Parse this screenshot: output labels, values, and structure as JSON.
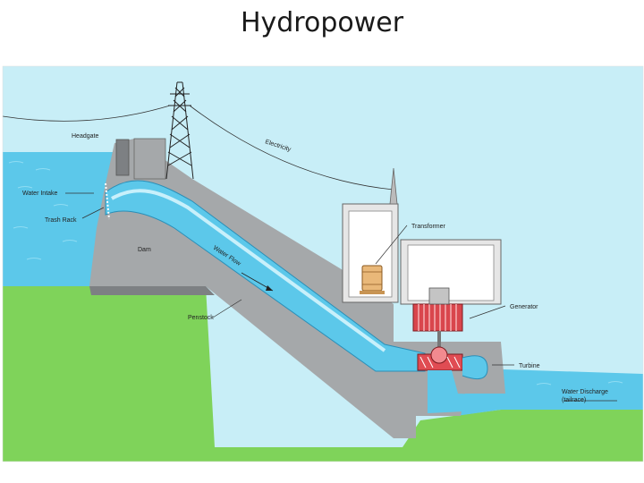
{
  "page": {
    "title": "Hydropower"
  },
  "labels": {
    "headgate": "Headgate",
    "electricity": "Electricity",
    "water_intake": "Water Intake",
    "trash_rack": "Trash Rack",
    "dam": "Dam",
    "water_flow": "Water Flow",
    "penstock": "Penstock",
    "transformer": "Transformer",
    "generator": "Generator",
    "turbine": "Turbine",
    "water_discharge_1": "Water Discharge",
    "water_discharge_2": "(tailrace)"
  },
  "colors": {
    "sky": "#c8eef7",
    "water": "#5cc8ea",
    "water_light": "#a9e2f5",
    "ground": "#7fd35a",
    "concrete": "#a5a8aa",
    "concrete_dark": "#7d8083",
    "generator_red": "#d9464d",
    "transformer_tan": "#e9b879"
  }
}
